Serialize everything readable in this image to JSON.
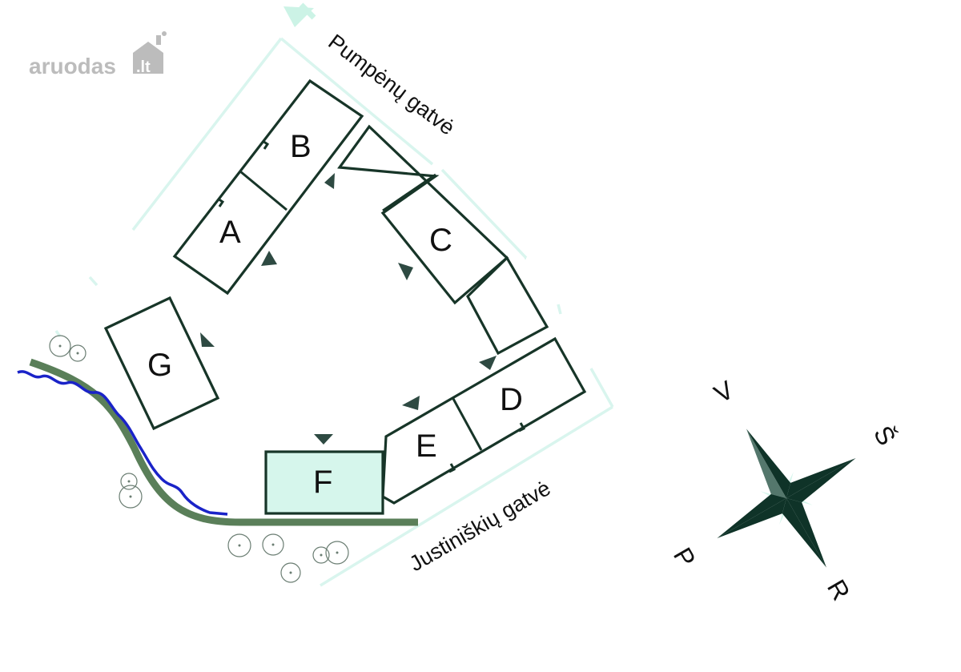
{
  "logo": {
    "text": "aruodas",
    "tld": ".lt"
  },
  "streets": {
    "north": "Pumpėnų gatvė",
    "south": "Justiniškių gatvė"
  },
  "buildings": {
    "a": "A",
    "b": "B",
    "c": "C",
    "d": "D",
    "e": "E",
    "f": "F",
    "g": "G"
  },
  "compass": {
    "v": "V",
    "s": "Š",
    "p": "P",
    "r": "R"
  },
  "colors": {
    "building_outline": "#173528",
    "plot_boundary": "#d9f5ee",
    "highlight_fill": "#d6f6ec",
    "path_green": "#5a7f59",
    "river_blue": "#1a23c8",
    "compass_dark": "#0f3328",
    "compass_light": "#d6f6ec",
    "entrance_marker": "#2e4a42"
  }
}
